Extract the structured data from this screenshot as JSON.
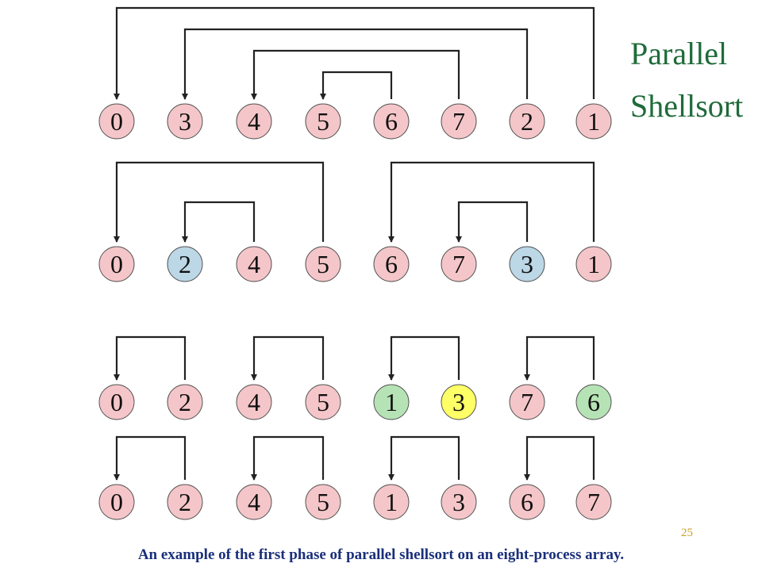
{
  "title": [
    "Parallel",
    "Shellsort"
  ],
  "page_number": "25",
  "caption": "An example of the first phase of parallel shellsort on an eight-process array.",
  "colors": {
    "pink": "#f5c6c9",
    "blue": "#bcd7e6",
    "green": "#b6e3b5",
    "yellow": "#ffff66"
  },
  "rows": [
    {
      "nodes": [
        {
          "label": "0",
          "color": "pink"
        },
        {
          "label": "3",
          "color": "pink"
        },
        {
          "label": "4",
          "color": "pink"
        },
        {
          "label": "5",
          "color": "pink"
        },
        {
          "label": "6",
          "color": "pink"
        },
        {
          "label": "7",
          "color": "pink"
        },
        {
          "label": "2",
          "color": "pink"
        },
        {
          "label": "1",
          "color": "pink"
        }
      ],
      "links": [
        [
          0,
          7
        ],
        [
          1,
          6
        ],
        [
          2,
          5
        ],
        [
          3,
          4
        ]
      ]
    },
    {
      "nodes": [
        {
          "label": "0",
          "color": "pink"
        },
        {
          "label": "2",
          "color": "blue"
        },
        {
          "label": "4",
          "color": "pink"
        },
        {
          "label": "5",
          "color": "pink"
        },
        {
          "label": "6",
          "color": "pink"
        },
        {
          "label": "7",
          "color": "pink"
        },
        {
          "label": "3",
          "color": "blue"
        },
        {
          "label": "1",
          "color": "pink"
        }
      ],
      "links": [
        [
          0,
          3
        ],
        [
          1,
          2
        ],
        [
          4,
          7
        ],
        [
          5,
          6
        ]
      ]
    },
    {
      "nodes": [
        {
          "label": "0",
          "color": "pink"
        },
        {
          "label": "2",
          "color": "pink"
        },
        {
          "label": "4",
          "color": "pink"
        },
        {
          "label": "5",
          "color": "pink"
        },
        {
          "label": "1",
          "color": "green"
        },
        {
          "label": "3",
          "color": "yellow"
        },
        {
          "label": "7",
          "color": "pink"
        },
        {
          "label": "6",
          "color": "green"
        }
      ],
      "links": [
        [
          0,
          1
        ],
        [
          2,
          3
        ],
        [
          4,
          5
        ],
        [
          6,
          7
        ]
      ]
    },
    {
      "nodes": [
        {
          "label": "0",
          "color": "pink"
        },
        {
          "label": "2",
          "color": "pink"
        },
        {
          "label": "4",
          "color": "pink"
        },
        {
          "label": "5",
          "color": "pink"
        },
        {
          "label": "1",
          "color": "pink"
        },
        {
          "label": "3",
          "color": "pink"
        },
        {
          "label": "6",
          "color": "pink"
        },
        {
          "label": "7",
          "color": "pink"
        }
      ],
      "links": [
        [
          0,
          1
        ],
        [
          2,
          3
        ],
        [
          4,
          5
        ],
        [
          6,
          7
        ]
      ]
    }
  ]
}
